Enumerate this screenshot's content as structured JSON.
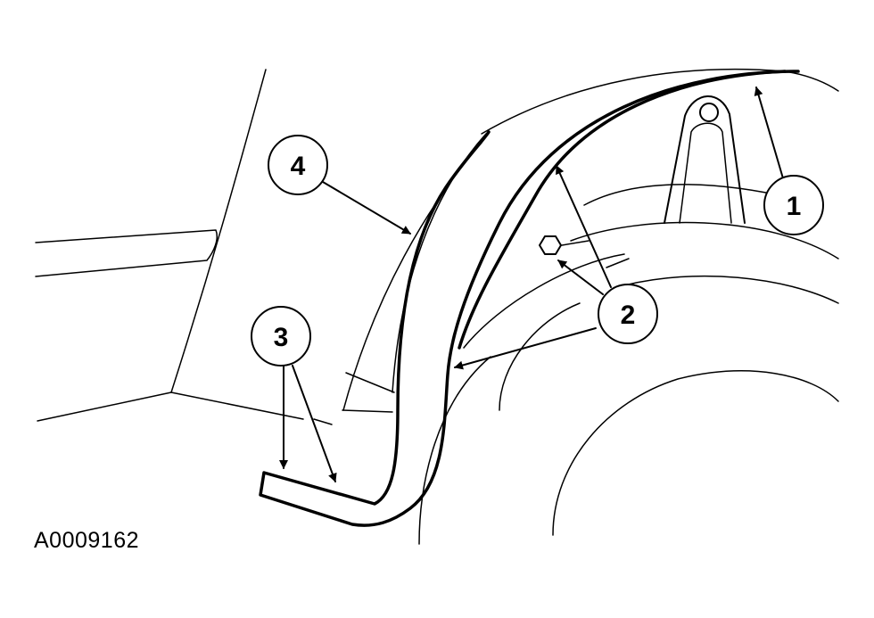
{
  "figure": {
    "id_label": "A0009162"
  },
  "callouts": [
    {
      "number": "1"
    },
    {
      "number": "2"
    },
    {
      "number": "3"
    },
    {
      "number": "4"
    }
  ],
  "colors": {
    "ink": "#000000",
    "paper": "#ffffff"
  }
}
